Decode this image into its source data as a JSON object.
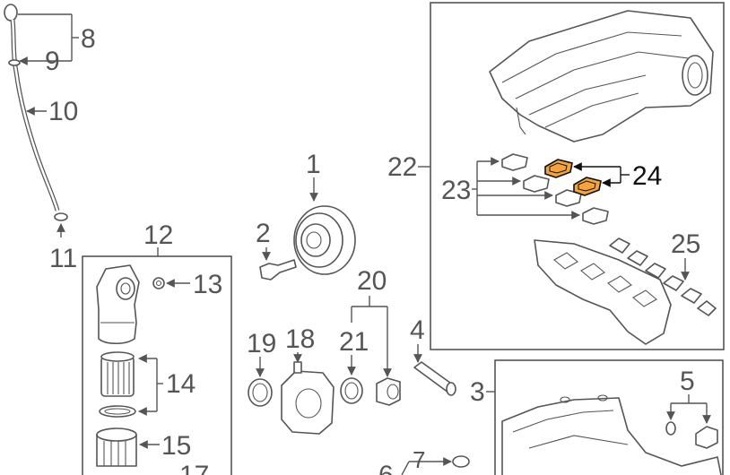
{
  "callouts": {
    "c1": "1",
    "c2": "2",
    "c3": "3",
    "c4": "4",
    "c5": "5",
    "c7": "7",
    "c8": "8",
    "c9": "9",
    "c10": "10",
    "c11": "11",
    "c12": "12",
    "c13": "13",
    "c14": "14",
    "c15": "15",
    "c18": "18",
    "c19": "19",
    "c20": "20",
    "c21": "21",
    "c22": "22",
    "c23": "23",
    "c24": "24",
    "c25": "25"
  },
  "colors": {
    "line": "#555555",
    "highlight_fill": "#f5a33c",
    "highlight_line": "#111111",
    "background": "#ffffff"
  }
}
